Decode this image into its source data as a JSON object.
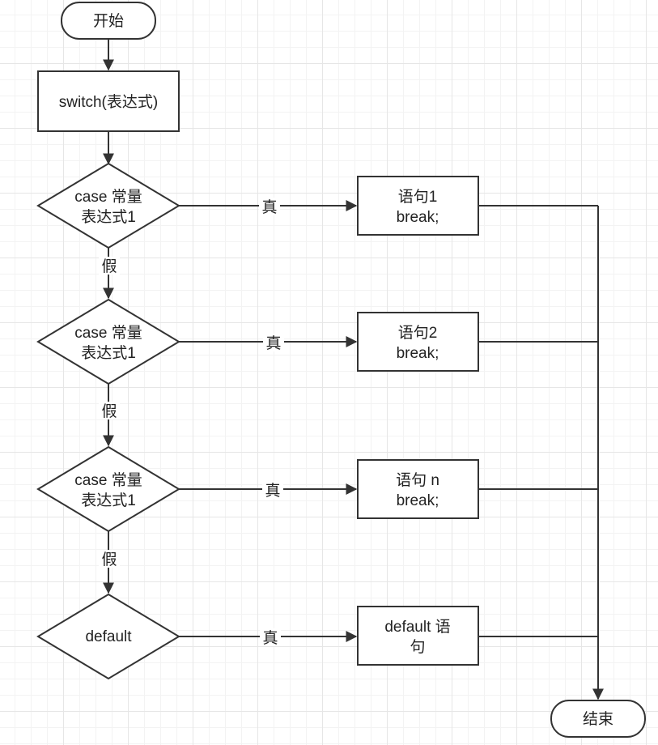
{
  "nodes": {
    "start": "开始",
    "switch": "switch(表达式)",
    "case1": [
      "case 常量",
      "表达式1"
    ],
    "case2": [
      "case 常量",
      "表达式1"
    ],
    "case3": [
      "case 常量",
      "表达式1"
    ],
    "default": "default",
    "stmt1": [
      "语句1",
      "break;"
    ],
    "stmt2": [
      "语句2",
      "break;"
    ],
    "stmtn": [
      "语句 n",
      "break;"
    ],
    "default_stmt": [
      "default 语",
      "句"
    ],
    "end": "结束"
  },
  "edge_labels": {
    "true": "真",
    "false": "假"
  },
  "colors": {
    "stroke": "#333333",
    "grid": "#e6e6e6"
  }
}
